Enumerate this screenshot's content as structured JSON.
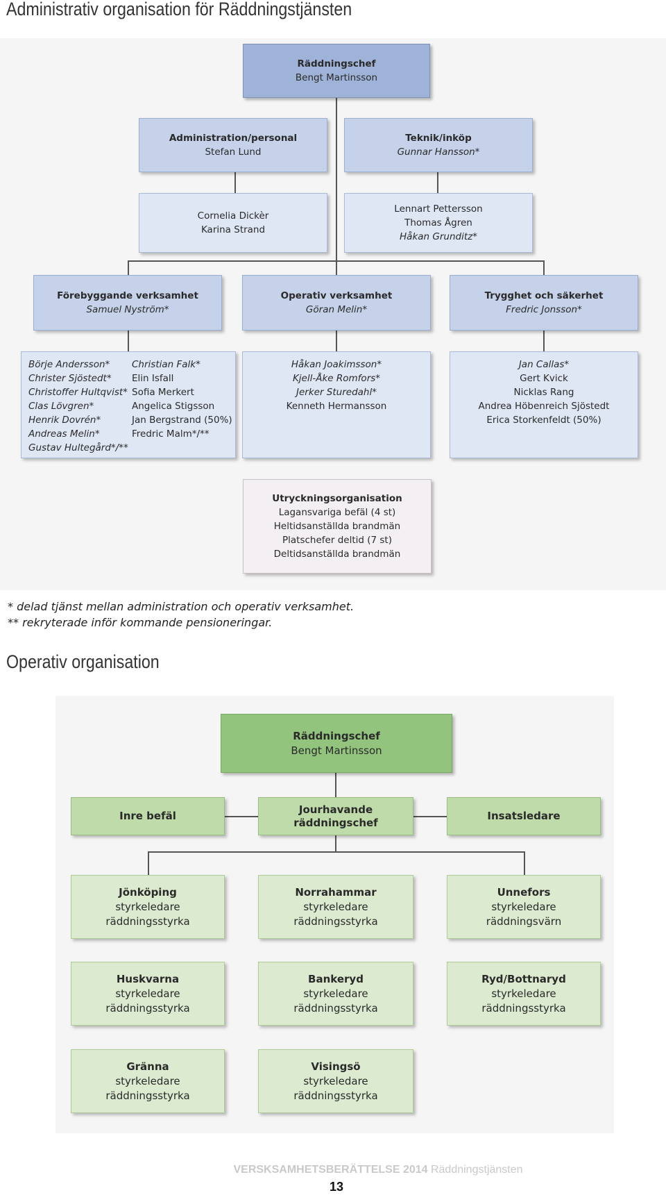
{
  "titles": {
    "admin": "Administrativ organisation för Räddningstjänsten",
    "operativ": "Operativ organisation"
  },
  "admin": {
    "chief": {
      "title": "Räddningschef",
      "name": "Bengt Martinsson"
    },
    "administration": {
      "title": "Administration/personal",
      "name": "Stefan Lund"
    },
    "teknik": {
      "title": "Teknik/inköp",
      "name": "Gunnar Hansson*"
    },
    "administration_staff": [
      "Cornelia Dickèr",
      "Karina Strand"
    ],
    "teknik_staff": [
      "Lennart Pettersson",
      "Thomas Ågren",
      "Håkan Grunditz*"
    ],
    "forebyggande": {
      "title": "Förebyggande verksamhet",
      "name": "Samuel Nyström*"
    },
    "operativ": {
      "title": "Operativ verksamhet",
      "name": "Göran Melin*"
    },
    "trygghet": {
      "title": "Trygghet och säkerhet",
      "name": "Fredric Jonsson*"
    },
    "forebyggande_staff_col1": [
      "Börje Andersson*",
      "Christer Sjöstedt*",
      "Christoffer Hultqvist*",
      "Clas Lövgren*",
      "Henrik Dovrén*",
      "Andreas Melin*",
      "Gustav Hultegård*/**"
    ],
    "forebyggande_staff_col2": [
      "Christian Falk*",
      "Elin Isfall",
      "Sofia Merkert",
      "Angelica Stigsson",
      "Jan Bergstrand (50%)",
      "Fredric Malm*/**"
    ],
    "operativ_staff": [
      "Håkan Joakimsson*",
      "Kjell-Åke Romfors*",
      "Jerker Sturedahl*",
      "Kenneth Hermansson"
    ],
    "trygghet_staff": [
      "Jan Callas*",
      "Gert Kvick",
      "Nicklas Rang",
      "Andrea Höbenreich Sjöstedt",
      "Erica Storkenfeldt (50%)"
    ],
    "utryckning": {
      "title": "Utryckningsorganisation",
      "lines": [
        "Lagansvariga befäl (4 st)",
        "Heltidsanställda brandmän",
        "Platschefer deltid (7 st)",
        "Deltidsanställda brandmän"
      ]
    }
  },
  "notes": [
    "* delad tjänst mellan administration och operativ verksamhet.",
    "** rekryterade inför kommande pensioneringar."
  ],
  "operativ_org": {
    "chief": {
      "title": "Räddningschef",
      "name": "Bengt Martinsson"
    },
    "inre": "Inre befäl",
    "jour_line1": "Jourhavande",
    "jour_line2": "räddningschef",
    "insats": "Insatsledare",
    "stations": [
      {
        "name": "Jönköping",
        "l1": "styrkeledare",
        "l2": "räddningsstyrka"
      },
      {
        "name": "Norrahammar",
        "l1": "styrkeledare",
        "l2": "räddningsstyrka"
      },
      {
        "name": "Unnefors",
        "l1": "styrkeledare",
        "l2": "räddningsvärn"
      },
      {
        "name": "Huskvarna",
        "l1": "styrkeledare",
        "l2": "räddningsstyrka"
      },
      {
        "name": "Bankeryd",
        "l1": "styrkeledare",
        "l2": "räddningsstyrka"
      },
      {
        "name": "Ryd/Bottnaryd",
        "l1": "styrkeledare",
        "l2": "räddningsstyrka"
      },
      {
        "name": "Gränna",
        "l1": "styrkeledare",
        "l2": "räddningsstyrka"
      },
      {
        "name": "Visingsö",
        "l1": "styrkeledare",
        "l2": "räddningsstyrka"
      }
    ]
  },
  "footer": {
    "bold": "VERSKSAMHETSBERÄTTELSE 2014",
    "rest": " Räddningstjänsten",
    "page": "13"
  },
  "colors": {
    "blue_dark": "#9fb2d7",
    "blue_mid": "#c5d2ea",
    "blue_light": "#dfe6f4",
    "green_dark": "#93c47d",
    "green_mid": "#bedba9",
    "green_light": "#dcebd0"
  }
}
